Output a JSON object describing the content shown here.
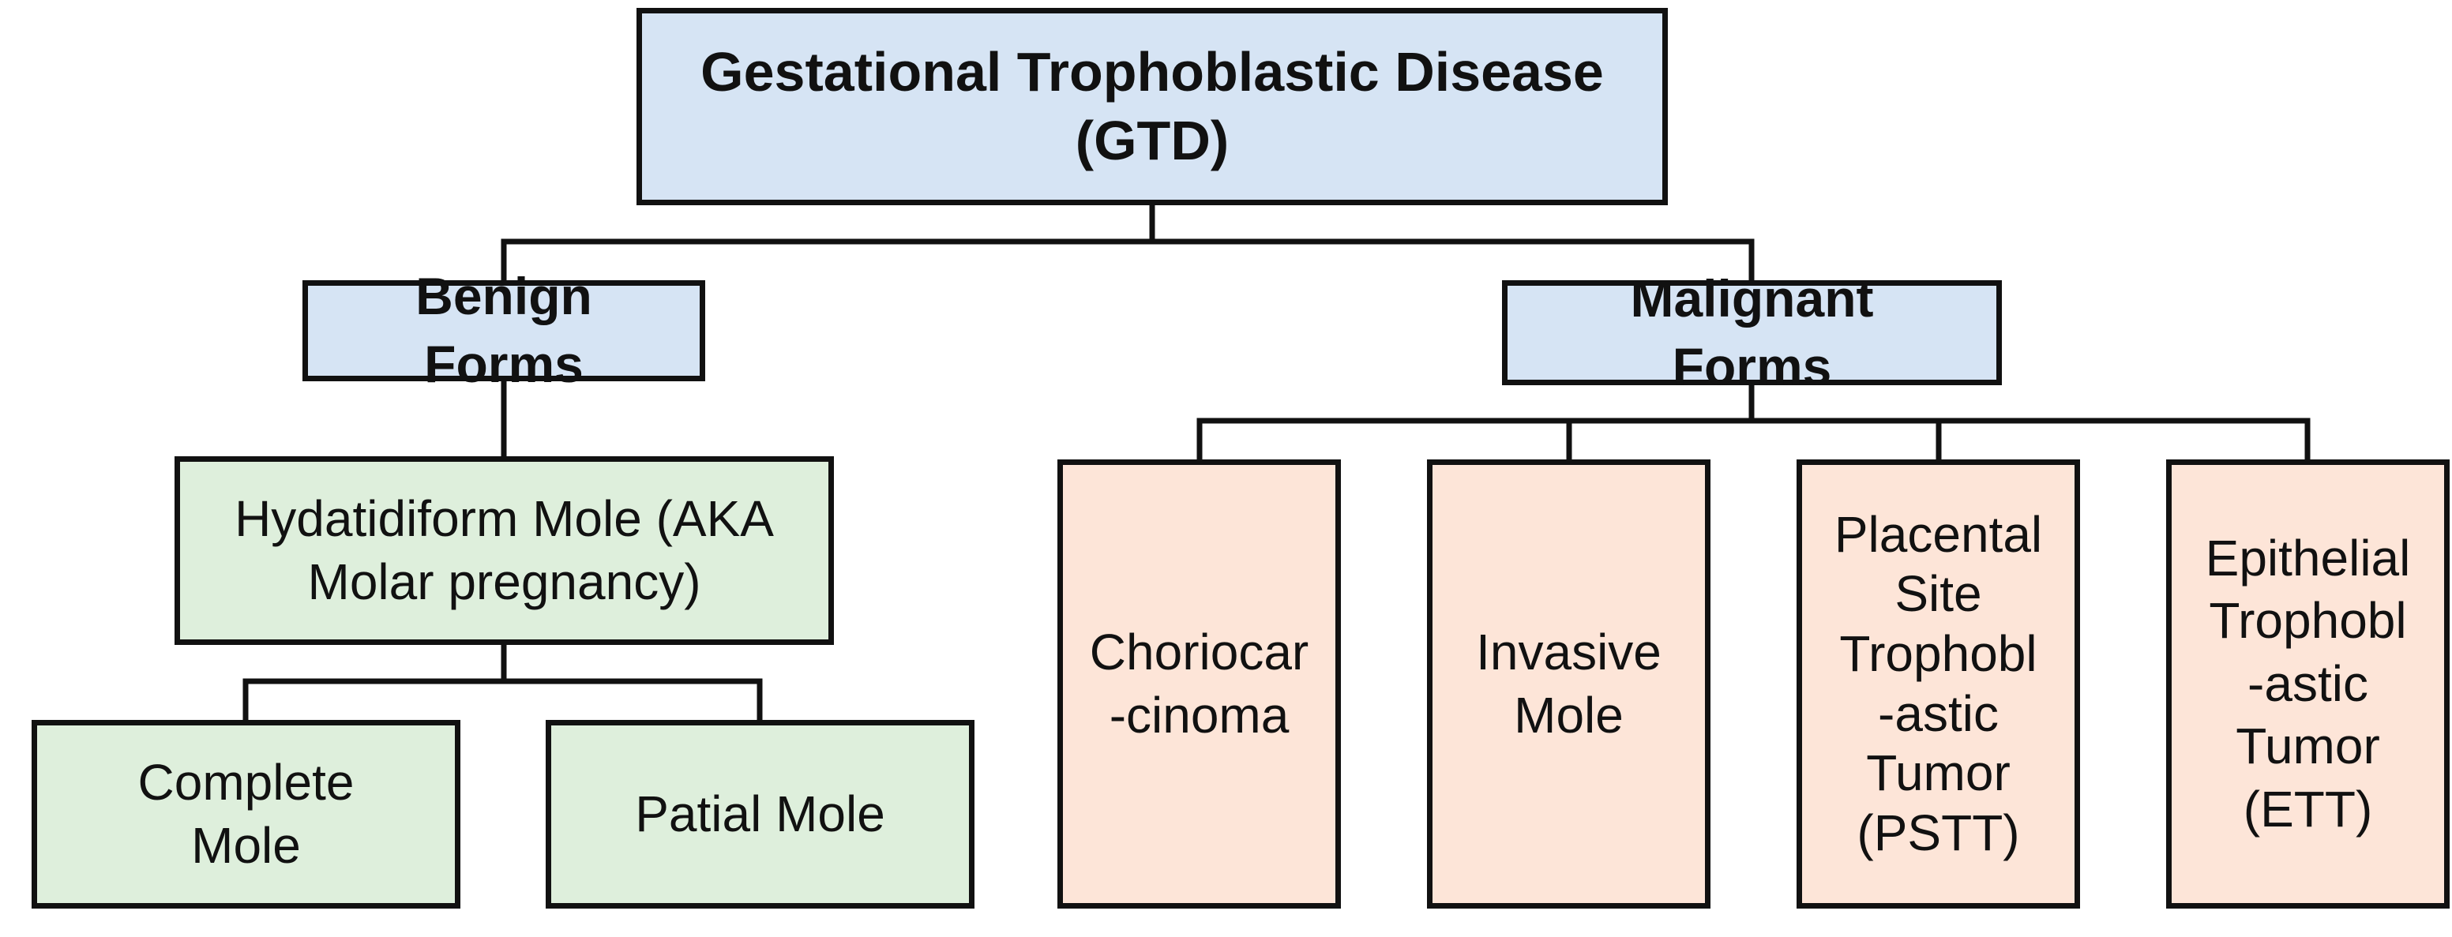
{
  "root": {
    "label": "Gestational Trophoblastic Disease\n(GTD)"
  },
  "benign": {
    "label": "Benign\nForms",
    "hydatidiform": {
      "label": "Hydatidiform Mole (AKA\nMolar pregnancy)"
    },
    "complete": {
      "label": "Complete\nMole"
    },
    "partial": {
      "label": "Patial Mole"
    }
  },
  "malignant": {
    "label": "Malignant\nForms",
    "choriocarcinoma": {
      "label": "Choriocar\n-cinoma"
    },
    "invasive": {
      "label": "Invasive\nMole"
    },
    "pstt": {
      "label": "Placental\nSite\nTrophobl\n-astic\nTumor\n(PSTT)"
    },
    "ett": {
      "label": "Epithelial\nTrophobl\n-astic\nTumor\n(ETT)"
    }
  },
  "colors": {
    "category_fill": "#d6e4f4",
    "benign_fill": "#deefdc",
    "malignant_fill": "#fde5d8",
    "stroke": "#111111"
  }
}
